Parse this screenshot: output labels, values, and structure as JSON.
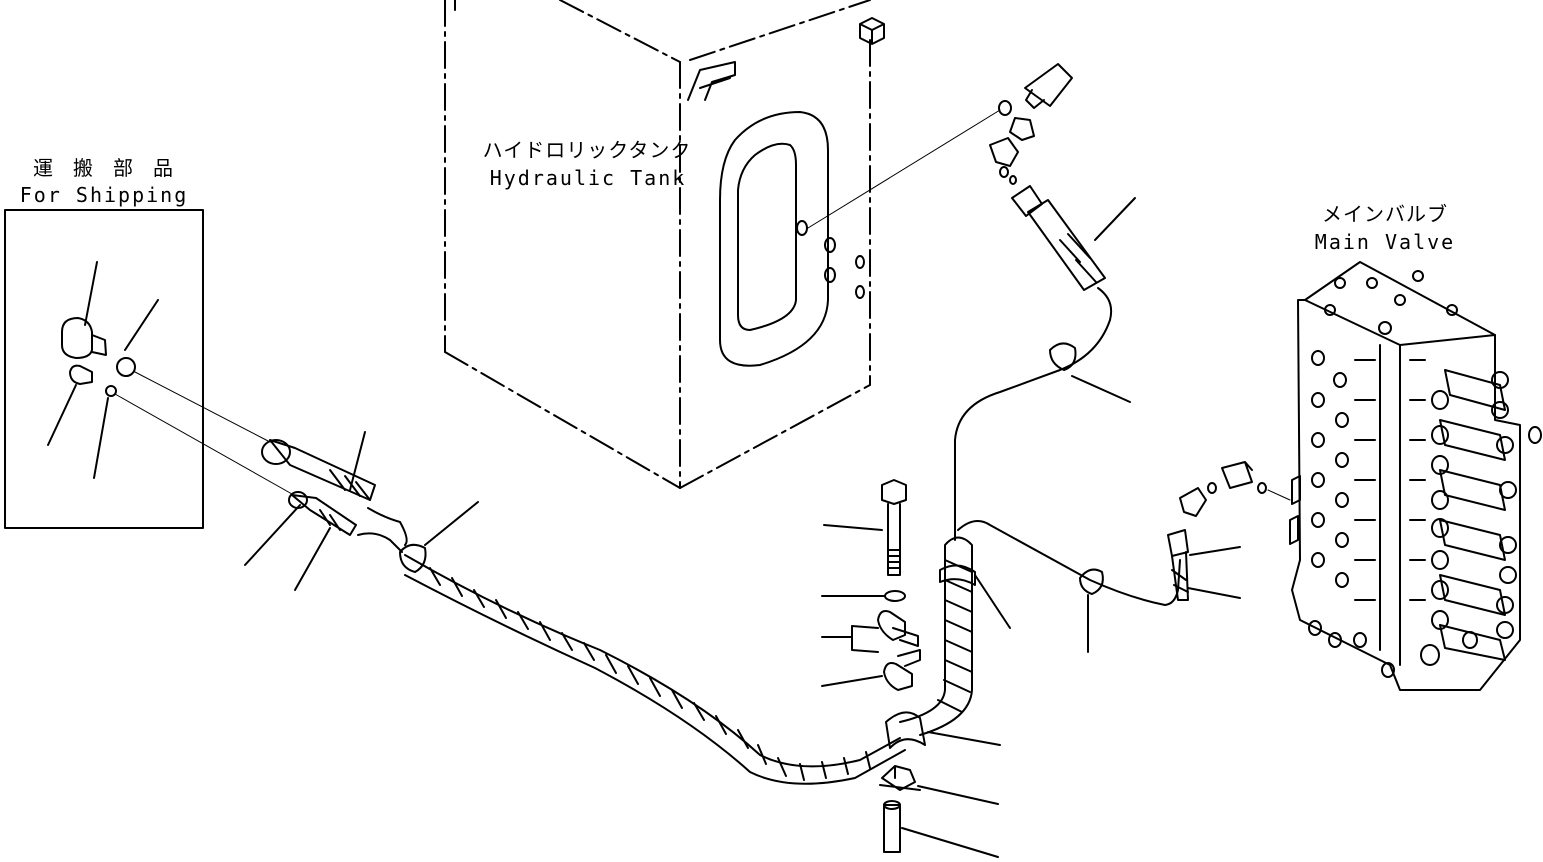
{
  "labels": {
    "shipping_jp": "運 搬 部 品",
    "shipping_en": "For Shipping",
    "tank_jp": "ハイドロリックタンク",
    "tank_en": "Hydraulic Tank",
    "valve_jp": "メインバルブ",
    "valve_en": "Main Valve"
  },
  "colors": {
    "line": "#000000",
    "background": "#ffffff"
  }
}
